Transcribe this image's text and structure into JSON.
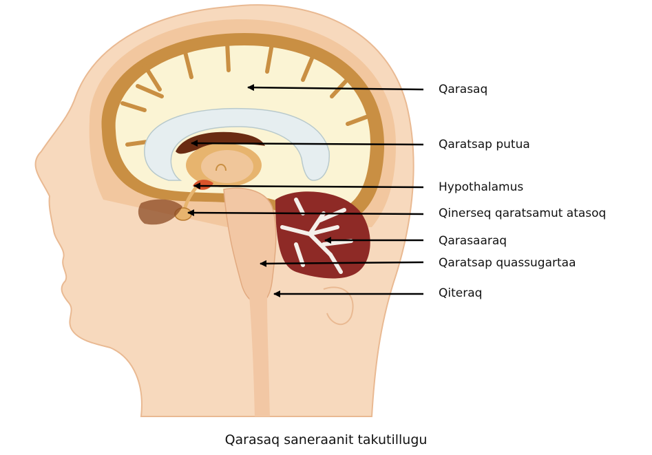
{
  "diagram": {
    "labels": [
      "Qarasaq",
      "Qaratsap putua",
      "Hypothalamus",
      "Qinerseq qaratsamut atasoq",
      "Qarasaaraq",
      "Qaratsap quassugartaa",
      "Qiteraq"
    ],
    "caption": "Qarasaq saneraanit takutillugu"
  },
  "colors": {
    "skin": "#f7d9bd",
    "skin_edge": "#e9b992",
    "skull_band": "#f2c79f",
    "cortex": "#c98f43",
    "white_matter": "#fbf4d4",
    "corpus_callosum": "#e6eef0",
    "thalamus": "#e7b46e",
    "brainstem": "#f2c7a4",
    "cerebellum_dark": "#8e2a26",
    "cerebellum_light": "#f5f0ea",
    "arrow": "#000000"
  }
}
